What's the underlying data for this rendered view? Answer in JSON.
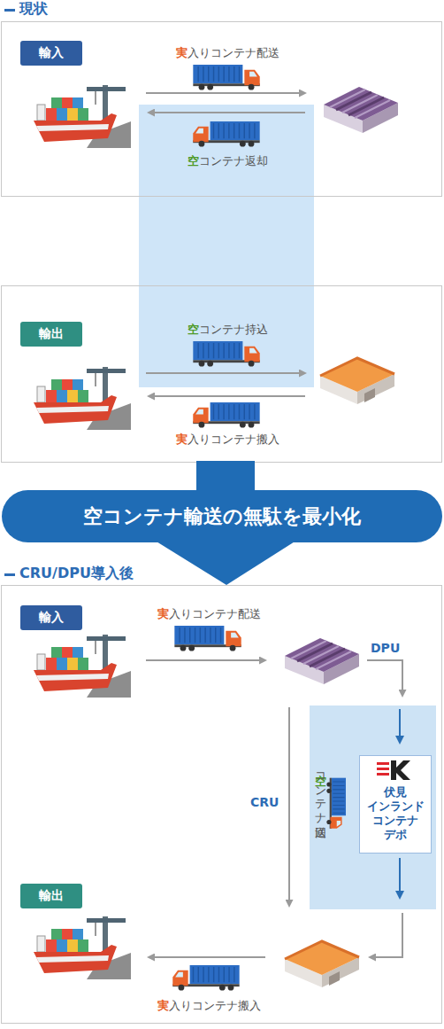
{
  "diagram": {
    "nodes": [
      {
        "text": [
          "実入りコンテナ配送",
          "空コンテナ返却"
        ]
      },
      {
        "text": [
          "輸入"
        ],
        "in": 0
      },
      {
        "text": [
          "空コンテナ持込",
          "実入りコンテナ搬入"
        ]
      },
      {
        "text": [
          "輸出"
        ],
        "in": 2
      },
      {
        "text": [
          "空コンテナ輸送の無駄を最小化"
        ]
      },
      {
        "text": [
          "実入りコンテナ配送",
          "DPU",
          "CRU",
          "実入りコンテナ搬入"
        ]
      },
      {
        "text": [
          "輸入"
        ],
        "in": 5
      },
      {
        "text": [
          "空コンテナ回送"
        ],
        "in": 5
      },
      {
        "text": [
          "伏見 インランド コンテナ デポ"
        ],
        "in": 7
      },
      {
        "text": [
          "輸出"
        ],
        "in": 5
      }
    ],
    "labels": [
      "現状",
      "CRU/DPU導入後"
    ]
  }
}
